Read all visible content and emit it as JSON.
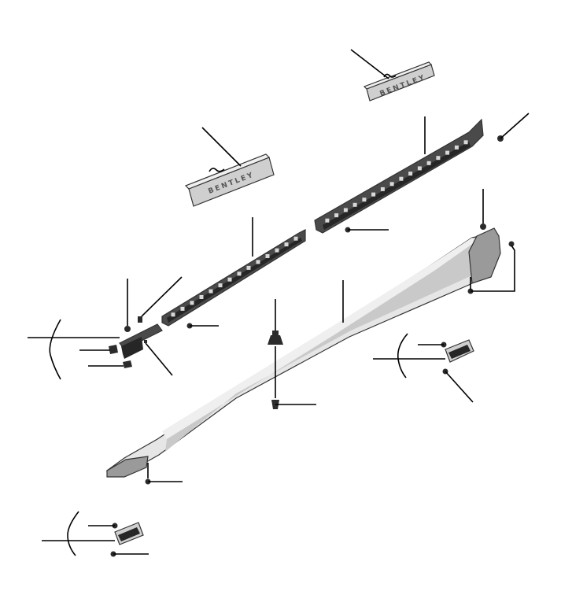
{
  "diagram": {
    "kind": "exploded parts view",
    "parts": {
      "upper_tread_plate": {
        "logo_text": "BENTLEY"
      },
      "lower_tread_plate": {
        "logo_text": "BENTLEY"
      },
      "upper_sill_bracket": {},
      "lower_sill_bracket": {},
      "sill_cover": {},
      "front_lamp_unit": {},
      "rear_lamp_unit": {},
      "fasteners": {}
    },
    "colors": {
      "line": "#000000",
      "bracket": "#4a4a4a",
      "plate": "#cfcfcf",
      "sill": "#e6e6e6"
    }
  }
}
